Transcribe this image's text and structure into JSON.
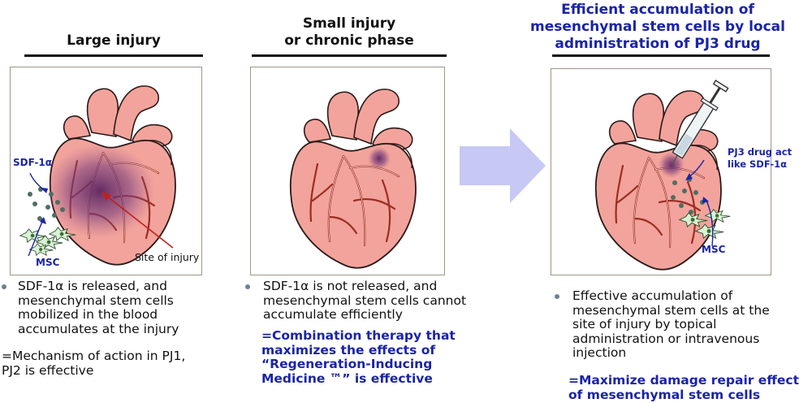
{
  "panels": [
    {
      "title": "Large injury",
      "labels": {
        "sdf": "SDF-1α",
        "msc": "MSC",
        "injury": "Site of injury"
      },
      "bullet": [
        "SDF-1α is released, and",
        "mesenchymal stem cells",
        "mobilized in the blood",
        "accumulates at the injury"
      ],
      "note": [
        "=Mechanism of action in PJ1,",
        "PJ2 is effective"
      ]
    },
    {
      "title": [
        "Small injury",
        "or chronic phase"
      ],
      "bullet": [
        "SDF-1α is not released, and",
        "mesenchymal stem cells cannot",
        "accumulate efficiently"
      ],
      "note": [
        "=Combination therapy that",
        "maximizes the effects of",
        "“Regeneration-Inducing",
        "Medicine ™” is effective"
      ]
    },
    {
      "title": [
        "Efficient accumulation of",
        "mesenchymal stem cells by local",
        "administration of PJ3 drug"
      ],
      "labels": {
        "drug": [
          "PJ3 drug act",
          "like SDF-1α"
        ],
        "msc": "MSC"
      },
      "bullet": [
        "Effective accumulation of",
        "mesenchymal stem cells at the",
        "site of injury by topical",
        "administration or intravenous",
        "injection"
      ],
      "note": [
        "=Maximize damage repair effect",
        "of mesenchymal stem cells"
      ]
    }
  ],
  "colors": {
    "accent_blue": "#1a24a6",
    "heart": "#f2a39c",
    "vessel": "#9c2d22",
    "arrow": "#c7c8f3",
    "injury": "#7a3f7c"
  }
}
